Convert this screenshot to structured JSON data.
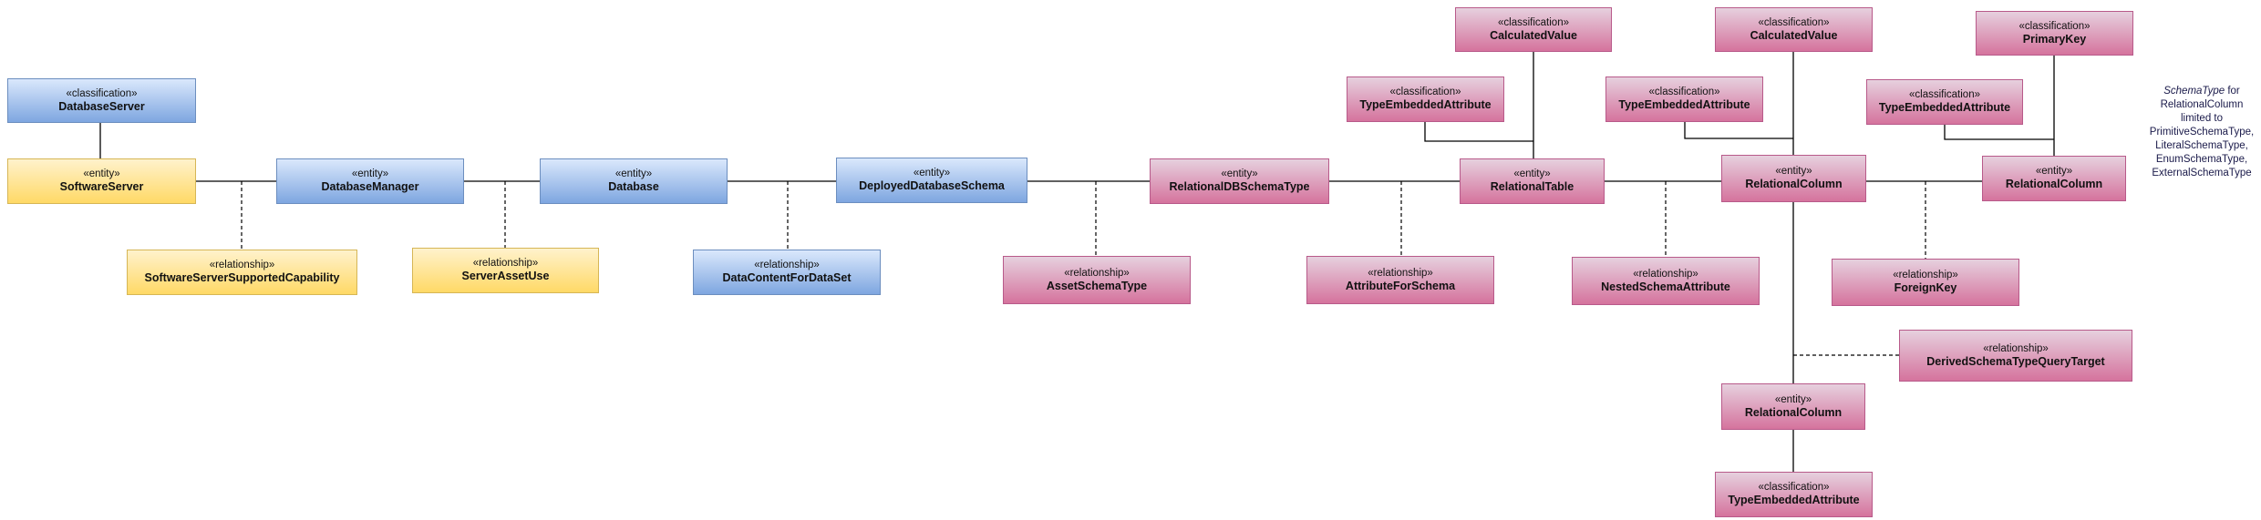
{
  "boxes": {
    "databaseserver_classification": {
      "stereotype": "«classification»",
      "name": "DatabaseServer"
    },
    "softwareserver_entity": {
      "stereotype": "«entity»",
      "name": "SoftwareServer"
    },
    "databasemanager_entity": {
      "stereotype": "«entity»",
      "name": "DatabaseManager"
    },
    "database_entity": {
      "stereotype": "«entity»",
      "name": "Database"
    },
    "deployeddatabaseschema_entity": {
      "stereotype": "«entity»",
      "name": "DeployedDatabaseSchema"
    },
    "relationaldbschematype_entity": {
      "stereotype": "«entity»",
      "name": "RelationalDBSchemaType"
    },
    "relationaltable_entity": {
      "stereotype": "«entity»",
      "name": "RelationalTable"
    },
    "relationalcolumn_main_entity": {
      "stereotype": "«entity»",
      "name": "RelationalColumn"
    },
    "relationalcolumn_right_entity": {
      "stereotype": "«entity»",
      "name": "RelationalColumn"
    },
    "relationalcolumn_bottom_entity": {
      "stereotype": "«entity»",
      "name": "RelationalColumn"
    },
    "softwareserversupportedcapability_relationship": {
      "stereotype": "«relationship»",
      "name": "SoftwareServerSupportedCapability"
    },
    "serverassetuse_relationship": {
      "stereotype": "«relationship»",
      "name": "ServerAssetUse"
    },
    "datacontentfordataset_relationship": {
      "stereotype": "«relationship»",
      "name": "DataContentForDataSet"
    },
    "assetschematype_relationship": {
      "stereotype": "«relationship»",
      "name": "AssetSchemaType"
    },
    "attributeforschema_relationship": {
      "stereotype": "«relationship»",
      "name": "AttributeForSchema"
    },
    "nestedschemaattribute_relationship": {
      "stereotype": "«relationship»",
      "name": "NestedSchemaAttribute"
    },
    "foreignkey_relationship": {
      "stereotype": "«relationship»",
      "name": "ForeignKey"
    },
    "derivedschematypequerytarget_relationship": {
      "stereotype": "«relationship»",
      "name": "DerivedSchemaTypeQueryTarget"
    },
    "calculatedvalue_table_classification": {
      "stereotype": "«classification»",
      "name": "CalculatedValue"
    },
    "calculatedvalue_column_classification": {
      "stereotype": "«classification»",
      "name": "CalculatedValue"
    },
    "primarykey_classification": {
      "stereotype": "«classification»",
      "name": "PrimaryKey"
    },
    "typeembeddedattribute_table_classification": {
      "stereotype": "«classification»",
      "name": "TypeEmbeddedAttribute"
    },
    "typeembeddedattribute_column_classification": {
      "stereotype": "«classification»",
      "name": "TypeEmbeddedAttribute"
    },
    "typeembeddedattribute_right_classification": {
      "stereotype": "«classification»",
      "name": "TypeEmbeddedAttribute"
    },
    "typeembeddedattribute_bottom_classification": {
      "stereotype": "«classification»",
      "name": "TypeEmbeddedAttribute"
    }
  },
  "note": {
    "lead": "SchemaType",
    "rest": " for",
    "lines": [
      "RelationalColumn",
      "limited to",
      "PrimitiveSchemaType,",
      "LiteralSchemaType,",
      "EnumSchemaType,",
      "ExternalSchemaType"
    ]
  }
}
